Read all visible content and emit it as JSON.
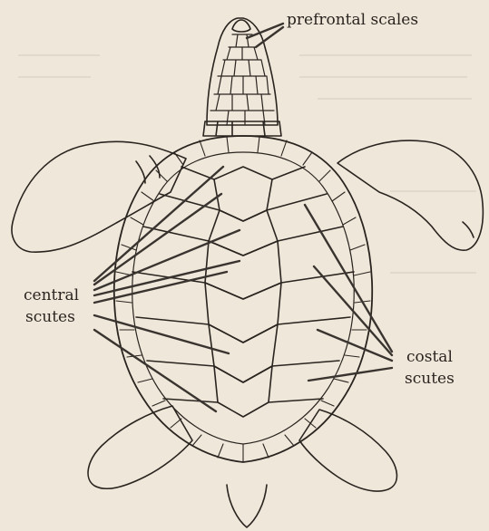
{
  "labels": {
    "prefrontal": "prefrontal scales",
    "central_line1": "central",
    "central_line2": "scutes",
    "costal_line1": "costal",
    "costal_line2": "scutes"
  },
  "colors": {
    "paper": "#efe8da",
    "ink": "#2a2420",
    "leader": "#3a3430"
  }
}
